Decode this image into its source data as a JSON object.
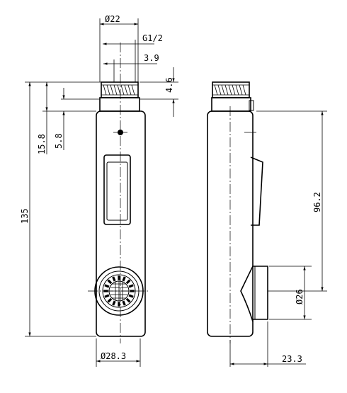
{
  "dimensions": {
    "thread_diameter": "Ø22",
    "thread_size": "G1/2",
    "thread_step": "3.9",
    "thread_height": "4.6",
    "overall_length": "135",
    "button_offset": "15.8",
    "hole_offset": "5.8",
    "body_diameter": "Ø28.3",
    "spray_face_diameter": "Ø26",
    "spray_face_offset": "23.3",
    "lever_to_face": "96.2"
  }
}
